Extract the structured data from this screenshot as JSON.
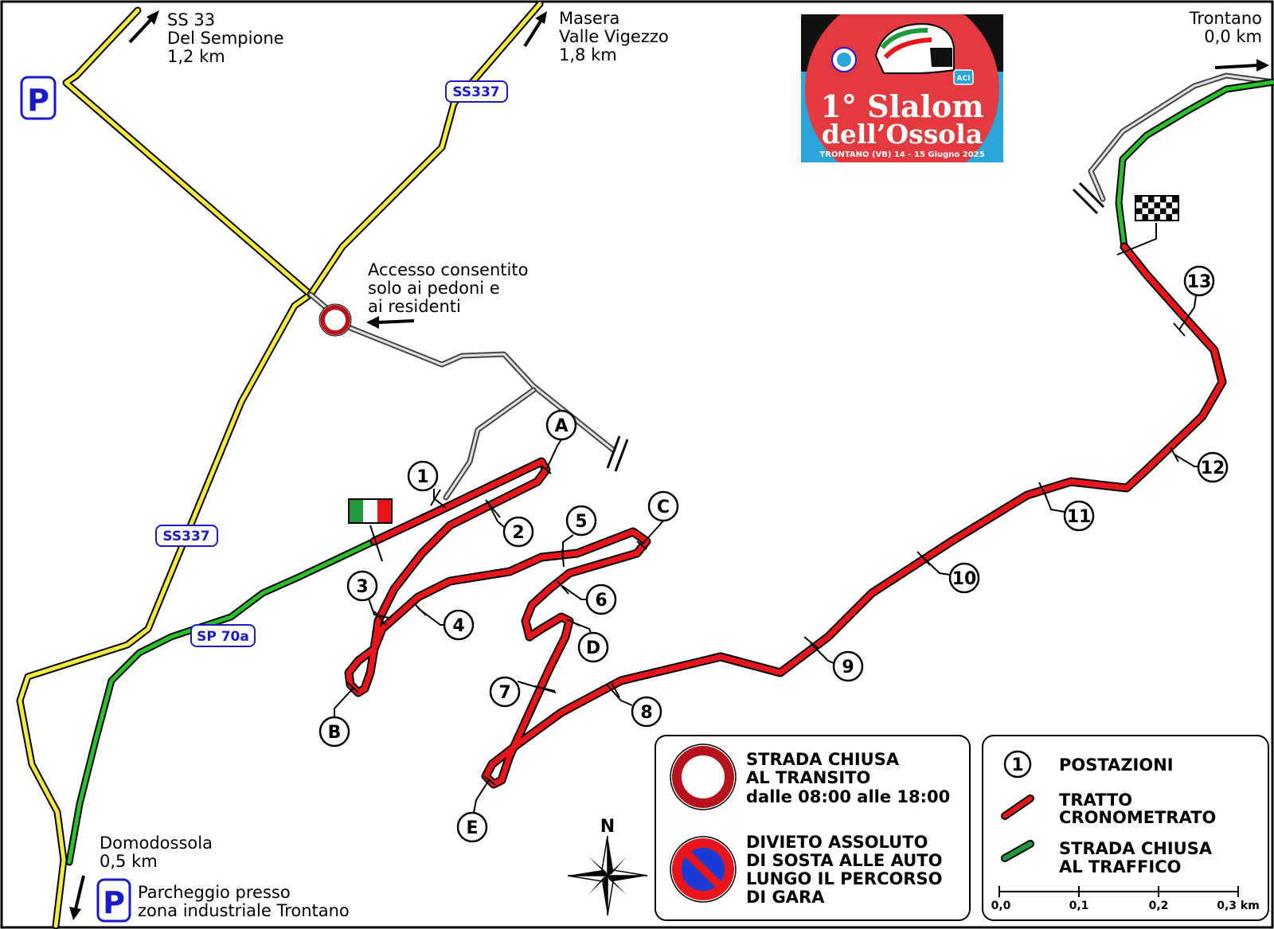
{
  "roads": {
    "ss337_label": "SS337",
    "sp70a_label": "SP 70a"
  },
  "directions": {
    "sempione": [
      "SS 33",
      "Del Sempione",
      "1,2 km"
    ],
    "masera": [
      "Masera",
      "Valle Vigezzo",
      "1,8 km"
    ],
    "trontano": [
      "Trontano",
      "0,0 km"
    ],
    "domodossola": [
      "Domodossola",
      "0,5 km"
    ]
  },
  "parking": {
    "symbol": "P",
    "bottom_note": [
      "Parcheggio presso",
      "zona industriale Trontano"
    ]
  },
  "access_note": [
    "Accesso consentito",
    "solo ai pedoni e",
    "ai residenti"
  ],
  "logo": {
    "title_line1": "1° Slalom",
    "title_line2": "dell’Ossola",
    "subtitle": "TRONTANO (VB) 14 - 15 Giugno 2025",
    "aci": "ACI"
  },
  "waypoints": [
    "A",
    "B",
    "C",
    "D",
    "E"
  ],
  "stations": [
    "1",
    "2",
    "3",
    "4",
    "5",
    "6",
    "7",
    "8",
    "9",
    "10",
    "11",
    "12",
    "13"
  ],
  "compass": {
    "north": "N"
  },
  "legend_signs": {
    "closed_title": [
      "STRADA CHIUSA",
      "AL TRANSITO"
    ],
    "closed_hours": "dalle 08:00 alle 18:00",
    "noparking": [
      "DIVIETO ASSOLUTO",
      "DI SOSTA ALLE AUTO",
      "LUNGO IL PERCORSO",
      "DI GARA"
    ]
  },
  "legend_key": {
    "station_symbol": "1",
    "stations": "POSTAZIONI",
    "timed": [
      "TRATTO",
      "CRONOMETRATO"
    ],
    "closed_traffic": [
      "STRADA CHIUSA",
      "AL TRAFFICO"
    ],
    "scale": [
      "0,0",
      "0,1",
      "0,2",
      "0,3 km"
    ]
  },
  "colors": {
    "yellow_road": "#f3ea3a",
    "race_red": "#e8151b",
    "closed_green": "#27c12a",
    "road_blue": "#1a1ac8",
    "sign_red": "#b5121b"
  }
}
